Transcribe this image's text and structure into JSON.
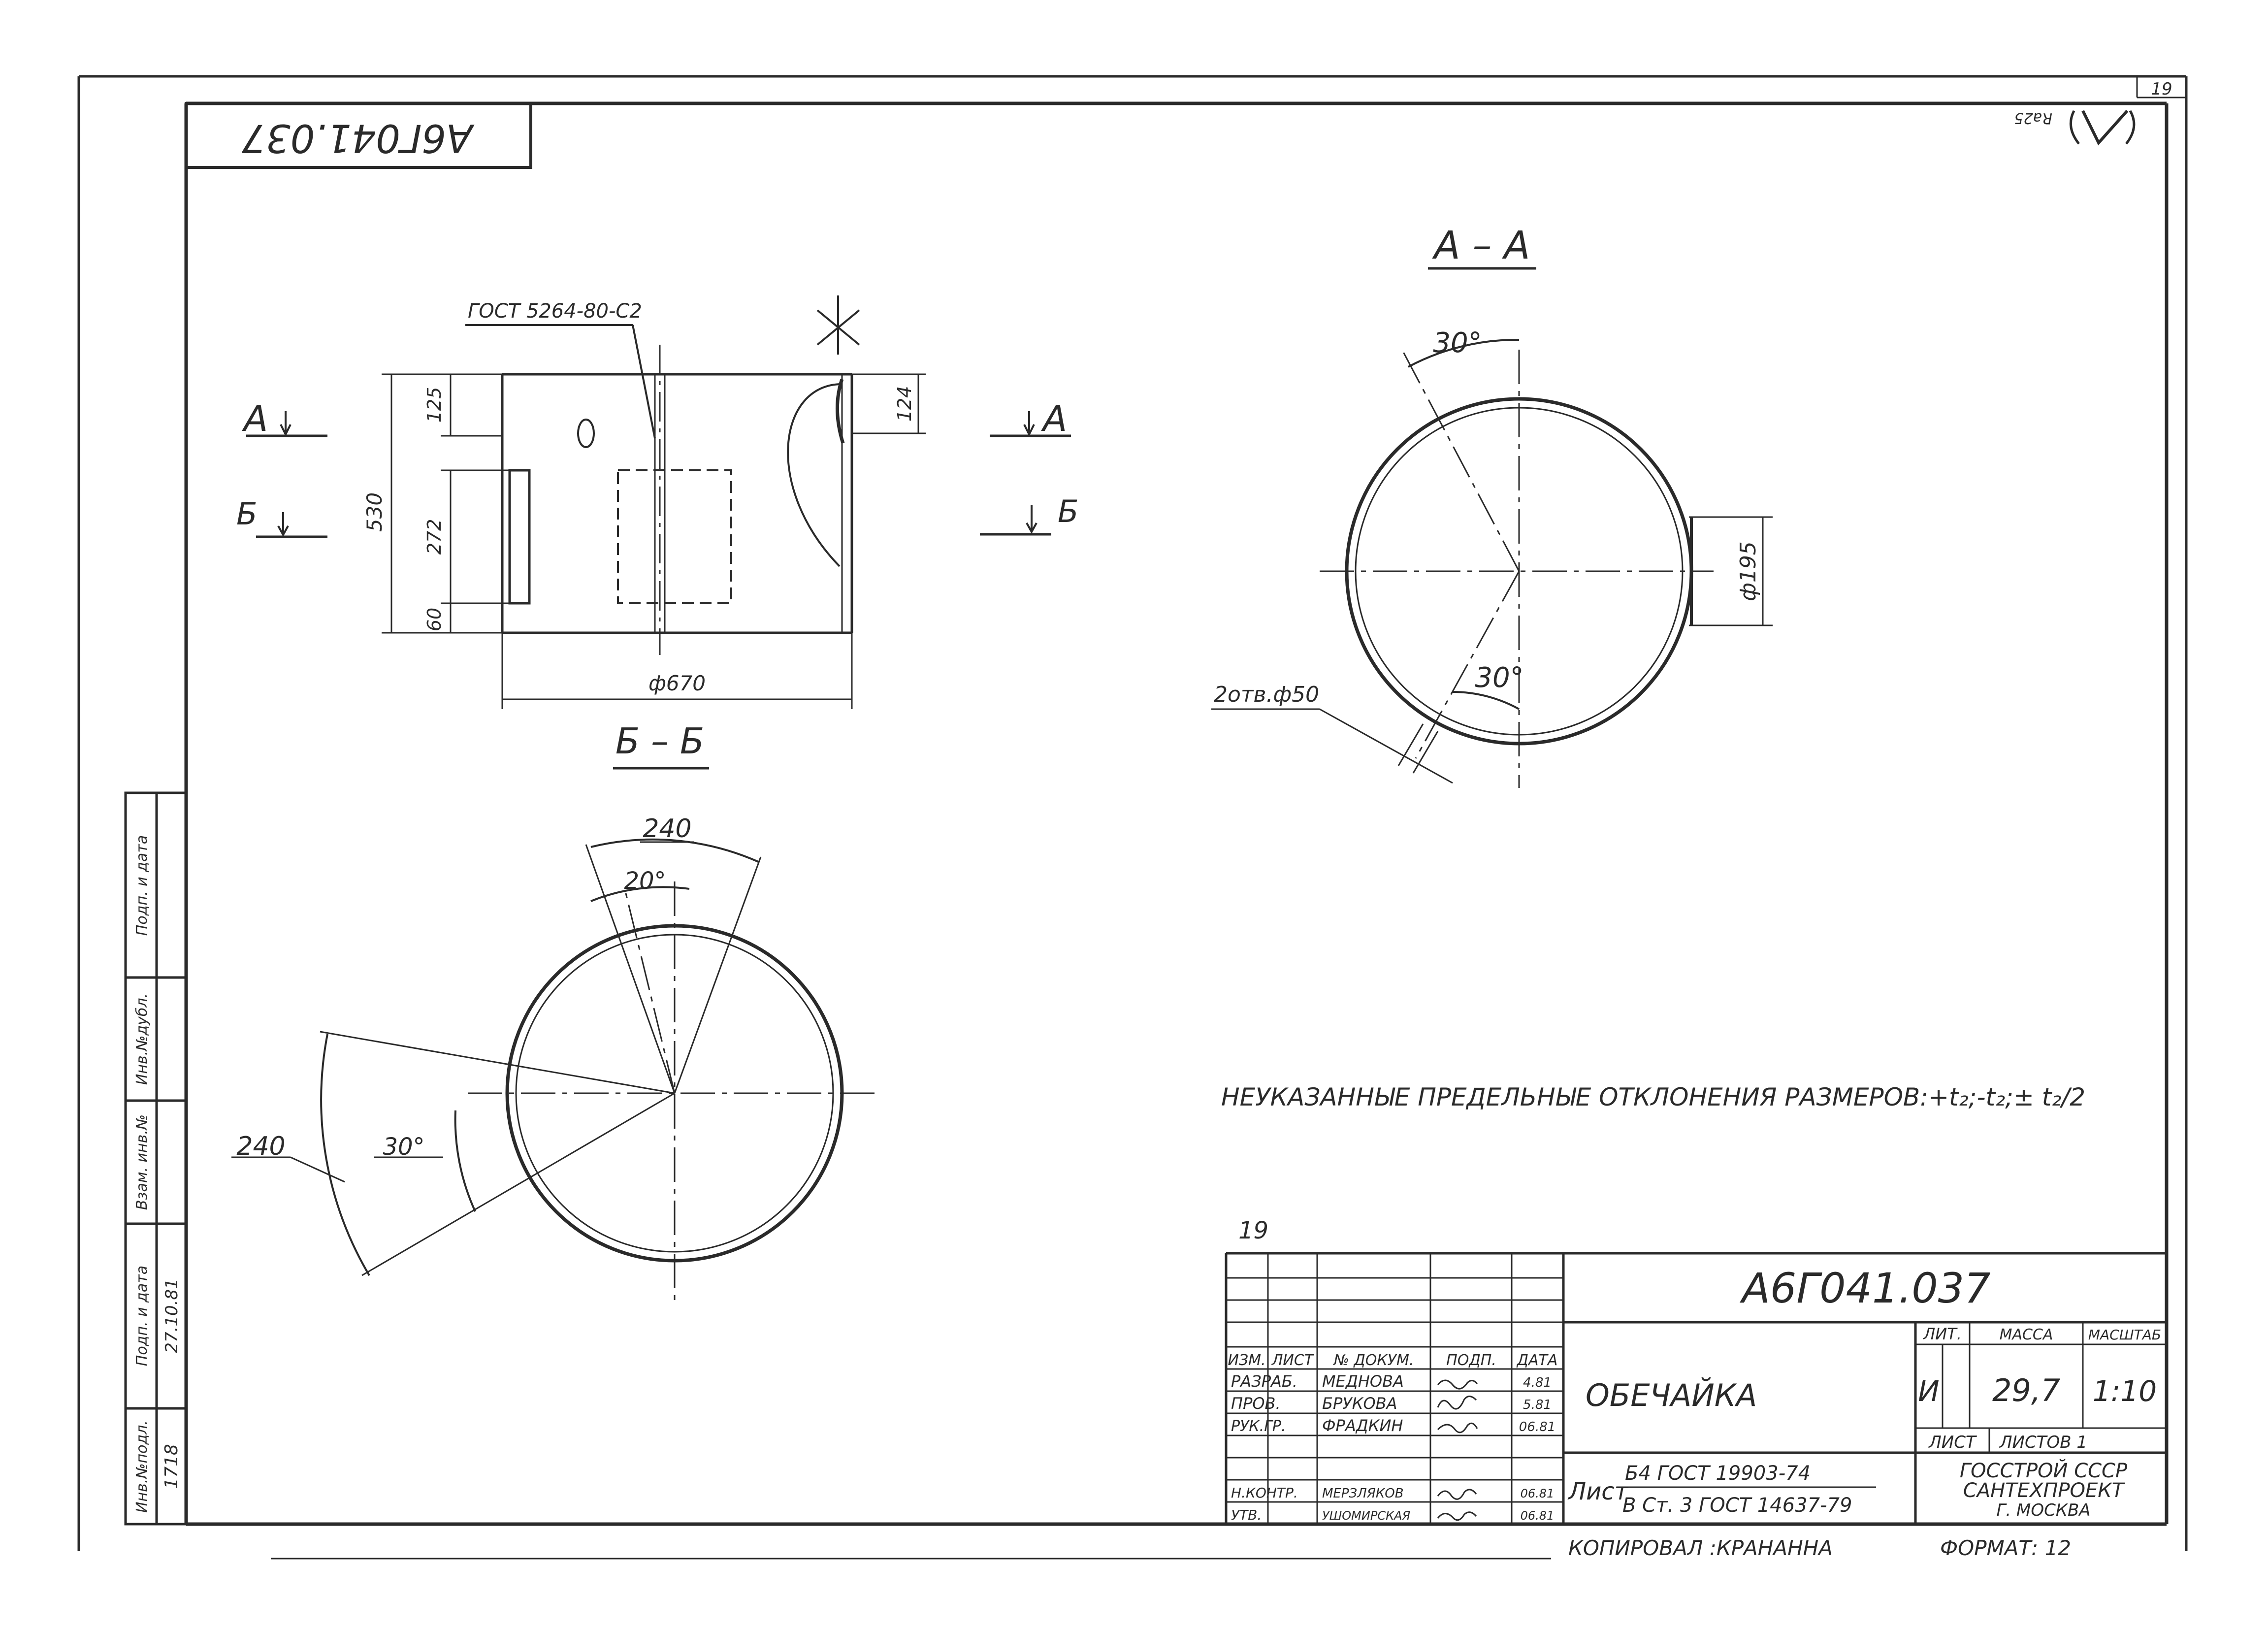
{
  "sheet": {
    "corner_number": "19",
    "stamp_code_rotated": "А6Г041.037",
    "roughness_value": "Ra25",
    "stray_number": "19",
    "formula_note": "НЕУКАЗАННЫЕ ПРЕДЕЛЬНЫЕ ОТКЛОНЕНИЯ РАЗМЕРОВ:+t₂;-t₂;± t₂/2",
    "copied_by": "КОПИРОВАЛ  :КРАНАННА",
    "format": "ФОРМАТ: 12"
  },
  "front_view": {
    "weld_callout": "ГОСТ 5264-80-С2",
    "section_a_left": "А",
    "section_a_right": "А",
    "section_b_left": "Б",
    "section_b_right": "Б",
    "dim_overall_height": "530",
    "dim_top": "125",
    "dim_window": "272",
    "dim_bottom": "60",
    "dim_right": "124",
    "dim_diameter": "ф670"
  },
  "section_aa": {
    "title": "А – А",
    "angle_top": "30°",
    "angle_bottom": "30°",
    "dim_window": "ф195",
    "holes_callout": "2отв.ф50"
  },
  "section_bb": {
    "title": "Б – Б",
    "arc_top": "240",
    "angle_top": "20°",
    "arc_left": "240",
    "angle_left": "30°"
  },
  "side_stamp": {
    "labels": [
      "Инв.№подл.",
      "Подп. и дата",
      "Взам. инв.№",
      "Инв.№дубл.",
      "Подп. и дата"
    ],
    "inv_number": "1718",
    "signature_date": "27.10.81"
  },
  "title_block": {
    "designation": "А6Г041.037",
    "part_name": "ОБЕЧАЙКА",
    "col_headers": [
      "ИЗМ.",
      "ЛИСТ",
      "№ ДОКУМ.",
      "ПОДП.",
      "ДАТА"
    ],
    "roles": [
      {
        "role": "РАЗРАБ.",
        "name": "МЕДНОВА",
        "date": "4.81"
      },
      {
        "role": "ПРОВ.",
        "name": "БРУКОВА",
        "date": "5.81"
      },
      {
        "role": "РУК.ГР.",
        "name": "ФРАДКИН",
        "date": "06.81"
      },
      {
        "role": "Н.КОНТР.",
        "name": "МЕРЗЛЯКОВ",
        "date": "06.81"
      },
      {
        "role": "УТВ.",
        "name": "УШОМИРСКАЯ",
        "date": "06.81"
      }
    ],
    "lit_label": "ЛИТ.",
    "mass_label": "МАССА",
    "scale_label": "МАСШТАБ",
    "lit_value": "И",
    "mass_value": "29,7",
    "scale_value": "1:10",
    "sheet_label": "ЛИСТ",
    "sheets_label": "ЛИСТОВ 1",
    "material_prefix": "Лист",
    "material_top": "Б4 ГОСТ 19903-74",
    "material_bottom": "В Ст. 3 ГОСТ 14637-79",
    "org_line1": "ГОССТРОЙ СССР",
    "org_line2": "САНТЕХПРОЕКТ",
    "org_line3": "Г. МОСКВА"
  }
}
